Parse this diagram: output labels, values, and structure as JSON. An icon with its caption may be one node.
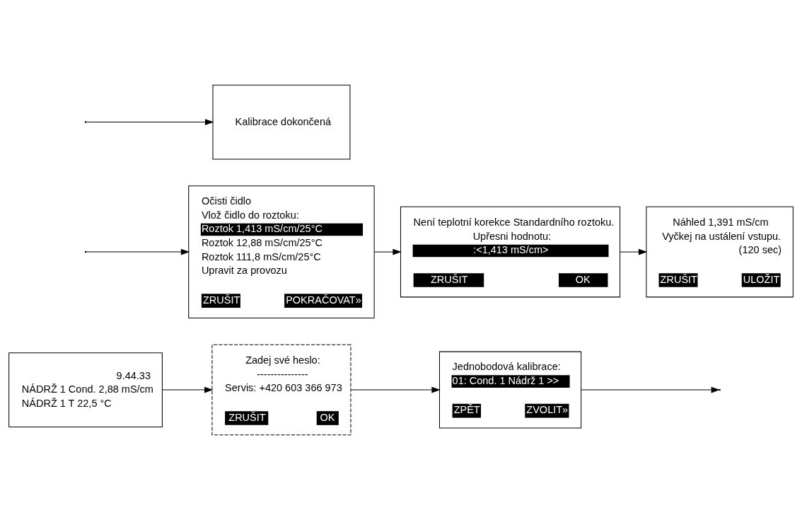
{
  "diagram": {
    "nodes": [
      {
        "text": [
          "9.44.33",
          "NÁDRŽ 1 Cond. 2,88 mS/cm",
          "NÁDRŽ 1 T 22,5 °C"
        ]
      },
      {
        "text": [
          "Zadej své heslo:",
          "---------------",
          "Servis: +420 603 366 973",
          "ZRUŠIT",
          "OK"
        ]
      },
      {
        "text": [
          "Jednobodová kalibrace:",
          "01: Cond. 1 Nádrž 1 >>",
          "ZPĚT",
          "ZVOLIT»"
        ]
      },
      {
        "text": [
          "Očisti čidlo",
          "Vlož čidlo do roztoku:",
          "Roztok 1,413 mS/cm/25°C",
          "Roztok 12,88 mS/cm/25°C",
          "Roztok 111,8 mS/cm/25°C",
          "Upravit za provozu",
          "ZRUŠIT",
          "POKRAČOVAT»"
        ]
      },
      {
        "text": [
          "Není teplotní korekce Standardního roztoku.",
          "Upřesni hodnotu:",
          ":<1,413 mS/cm>",
          "ZRUŠIT",
          "OK"
        ]
      },
      {
        "text": [
          "Náhled 1,391 mS/cm",
          "Vyčkej na ustálení vstupu.",
          "(120 sec)",
          "ZRUŠIT",
          "ULOŽIT"
        ]
      },
      {
        "text": [
          "Kalibrace dokončená"
        ]
      }
    ],
    "edges": [
      {
        "from": 0,
        "to": 1,
        "arrow": "to"
      },
      {
        "from": 1,
        "to": 2,
        "arrow": "to"
      },
      {
        "from": 2,
        "to": null,
        "arrow": "to"
      },
      {
        "from": null,
        "to": 3,
        "arrow": "to"
      },
      {
        "from": 3,
        "to": 4,
        "arrow": "to"
      },
      {
        "from": 4,
        "to": 5,
        "arrow": "to"
      },
      {
        "from": null,
        "to": 6,
        "arrow": "to"
      }
    ]
  }
}
